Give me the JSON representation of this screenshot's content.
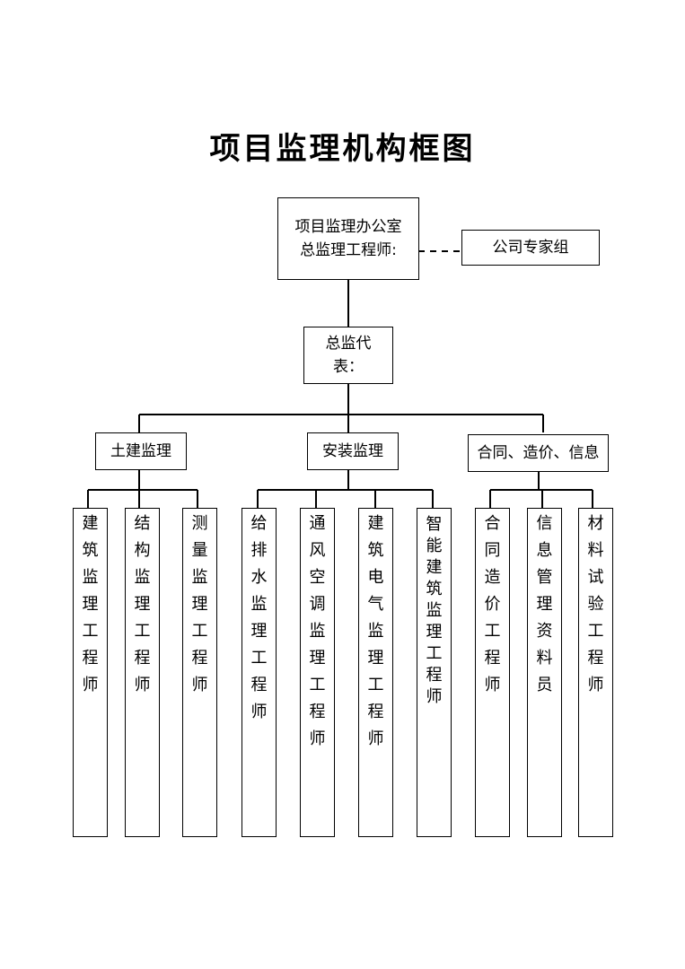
{
  "title": "项目监理机构框图",
  "office": {
    "line1": "项目监理办公室",
    "line2": "总监理工程师:"
  },
  "experts": "公司专家组",
  "deputy": {
    "line1": "总监代",
    "line2": "表："
  },
  "groups": [
    "土建监理",
    "安装监理",
    "合同、造价、信息"
  ],
  "roles": [
    "建筑监理工程师",
    "结构监理工程师",
    "测量监理工程师",
    "给排水监理工程师",
    "通风空调监理工程师",
    "建筑电气监理工程师",
    "智能建筑监理工程师",
    "合同造价工程师",
    "信息管理资料员",
    "材料试验工程师"
  ]
}
